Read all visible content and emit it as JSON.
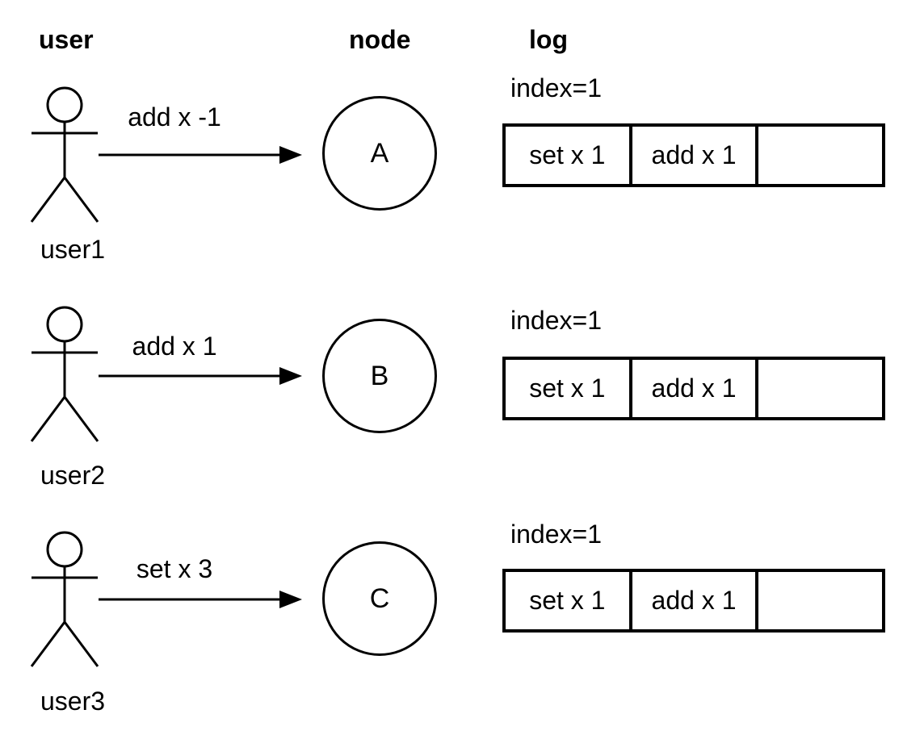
{
  "diagram": {
    "columns": {
      "user_label": "user",
      "node_label": "node",
      "log_label": "log"
    },
    "rows": [
      {
        "user": "user1",
        "message": "add x -1",
        "node": "A",
        "log_index": "index=1",
        "log_cells": [
          "set x 1",
          "add x 1",
          ""
        ]
      },
      {
        "user": "user2",
        "message": "add x 1",
        "node": "B",
        "log_index": "index=1",
        "log_cells": [
          "set x 1",
          "add x 1",
          ""
        ]
      },
      {
        "user": "user3",
        "message": "set x 3",
        "node": "C",
        "log_index": "index=1",
        "log_cells": [
          "set x 1",
          "add x 1",
          ""
        ]
      }
    ],
    "icons": {
      "actor": "stick-figure",
      "connector": "arrow-right"
    },
    "colors": {
      "stroke": "#000000",
      "background": "#ffffff",
      "text": "#000000"
    }
  }
}
